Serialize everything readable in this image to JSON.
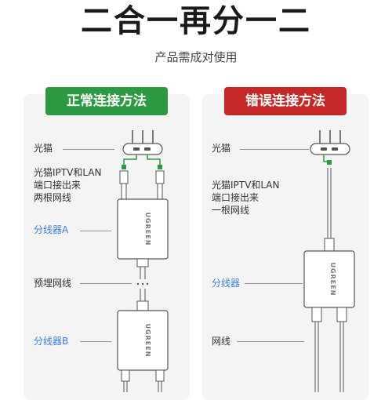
{
  "header": {
    "title": "二合一再分一二",
    "subtitle": "产品需成对使用"
  },
  "left": {
    "heading": "正常连接方法",
    "labels": {
      "modem": "光猫",
      "ports": [
        "光猫IPTV和LAN",
        "端口接出来",
        "两根网线"
      ],
      "splitter_a": "分线器A",
      "buried": "预埋网线",
      "splitter_b": "分线器B"
    },
    "brand": "UGREEN"
  },
  "right": {
    "heading": "错误连接方法",
    "labels": {
      "modem": "光猫",
      "ports": [
        "光猫IPTV和LAN",
        "端口接出来",
        "一根网线"
      ],
      "splitter": "分线器",
      "cable": "网线"
    },
    "brand": "UGREEN"
  },
  "colors": {
    "correct": "#2b9a42",
    "wrong": "#c62828",
    "splitter_label": "#3b7ed8"
  }
}
